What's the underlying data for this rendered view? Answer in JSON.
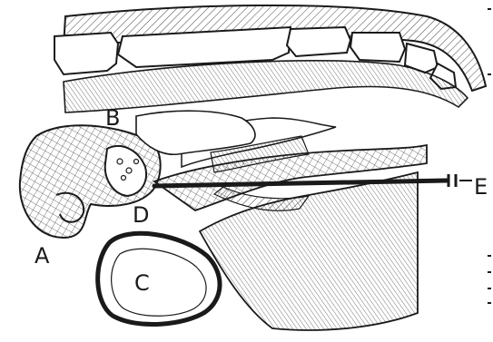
{
  "labels": {
    "a": "A",
    "b": "B",
    "c": "C",
    "d": "D",
    "e": "E"
  },
  "colors": {
    "ink": "#1a1a1a",
    "paper": "#ffffff"
  }
}
